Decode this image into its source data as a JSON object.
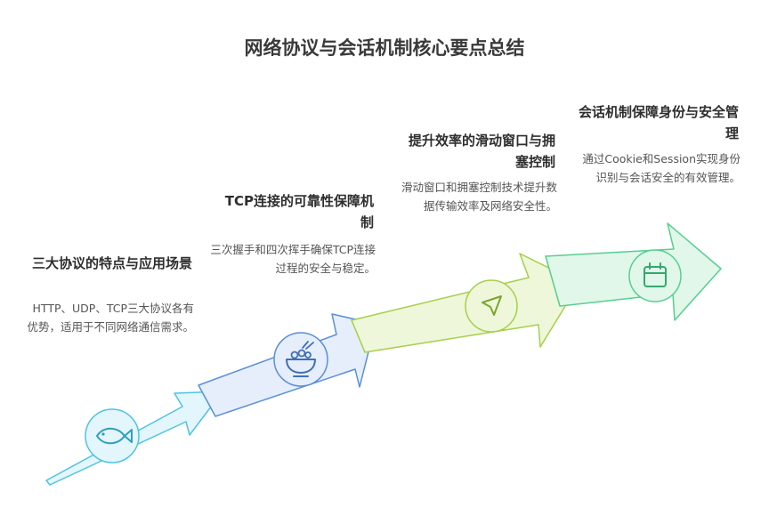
{
  "title": "网络协议与会话机制核心要点总结",
  "steps": [
    {
      "title": "三大协议的特点与应用场景",
      "description": "HTTP、UDP、TCP三大协议各有优势，适用于不同网络通信需求。",
      "icon": "fish-icon",
      "color": "#4fc3e0",
      "fill": "#e2f6fb"
    },
    {
      "title": "TCP连接的可靠性保障机制",
      "description": "三次握手和四次挥手确保TCP连接过程的安全与稳定。",
      "icon": "bowl-icon",
      "color": "#5a8fd8",
      "fill": "#e6eefb"
    },
    {
      "title": "提升效率的滑动窗口与拥塞控制",
      "description": "滑动窗口和拥塞控制技术提升数据传输效率及网络安全性。",
      "icon": "send-icon",
      "color": "#a6cf4a",
      "fill": "#eef7d9"
    },
    {
      "title": "会话机制保障身份与安全管理",
      "description": "通过Cookie和Session实现身份识别与会话安全的有效管理。",
      "icon": "calendar-icon",
      "color": "#56cf8f",
      "fill": "#e0f7ea"
    }
  ]
}
